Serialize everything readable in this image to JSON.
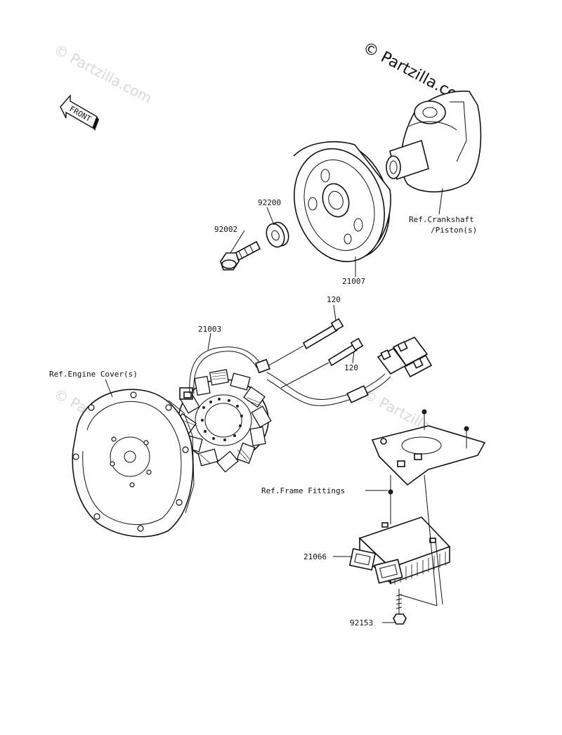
{
  "watermarks": {
    "main": "© Partzilla.com",
    "faint": "© Partzilla.com"
  },
  "front_arrow": "FRONT",
  "labels": {
    "p92200": "92200",
    "p92002": "92002",
    "p21007": "21007",
    "crankshaft_line1": "Ref.Crankshaft",
    "crankshaft_line2": "/Piston(s)",
    "p120_top": "120",
    "p120_bottom": "120",
    "p21003": "21003",
    "engine_cover": "Ref.Engine Cover(s)",
    "frame_fittings": "Ref.Frame Fittings",
    "p21066": "21066",
    "p92153": "92153"
  }
}
